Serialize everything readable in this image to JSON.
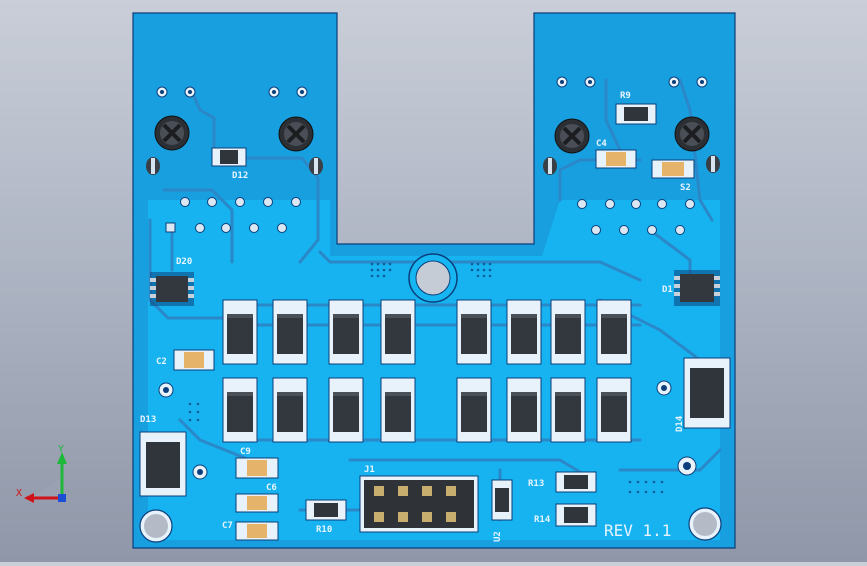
{
  "board": {
    "rev_label": "REV 1.1",
    "colors": {
      "substrate": "#1aa6e8",
      "copper": "#14b8f5",
      "trace": "#2f8fd0",
      "outline": "#0b3e7a",
      "silk": "#e8f4ff",
      "component_body": "#3a3f46",
      "pad": "#c6d1dc"
    }
  },
  "designators": {
    "d12": "D12",
    "d20": "D20",
    "d1": "D1",
    "d13": "D13",
    "d14": "D14",
    "c2": "C2",
    "c4": "C4",
    "c9": "C9",
    "c6": "C6",
    "c7": "C7",
    "r9": "R9",
    "r10": "R10",
    "r13": "R13",
    "r14": "R14",
    "j1": "J1",
    "u2": "U2",
    "s2": "S2"
  },
  "triad": {
    "x_label": "X",
    "y_label": "Y",
    "colors": {
      "x": "#d0121b",
      "y": "#1eb83a",
      "z": "#1c4fd6"
    }
  },
  "icons": {
    "triad": "coordinate-axes-icon",
    "screw": "phillips-screw-head-icon"
  }
}
